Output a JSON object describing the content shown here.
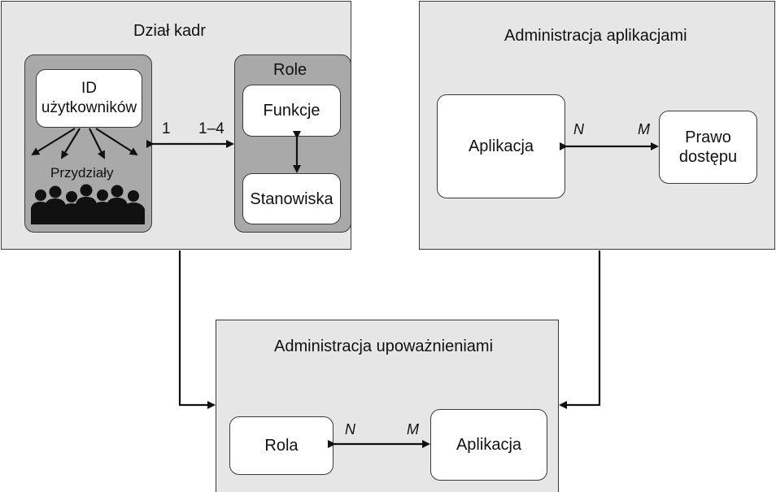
{
  "hr": {
    "title": "Dział kadr",
    "user_ids_line1": "ID",
    "user_ids_line2": "użytkowników",
    "assignments": "Przydziały",
    "roles_title": "Role",
    "functions": "Funkcje",
    "positions": "Stanowiska",
    "card_left": "1",
    "card_right": "1–4"
  },
  "app_admin": {
    "title": "Administracja aplikacjami",
    "application": "Aplikacja",
    "access_right_line1": "Prawo",
    "access_right_line2": "dostępu",
    "card_left": "N",
    "card_right": "M"
  },
  "auth_admin": {
    "title": "Administracja upoważnieniami",
    "role": "Rola",
    "application": "Aplikacja",
    "card_left": "N",
    "card_right": "M"
  },
  "icons": [
    "people-silhouette-icon",
    "arrow-icon"
  ],
  "colors": {
    "panel": "#e6e6e6",
    "inner": "#a9a9a9",
    "box": "#ffffff",
    "line": "#111111"
  }
}
